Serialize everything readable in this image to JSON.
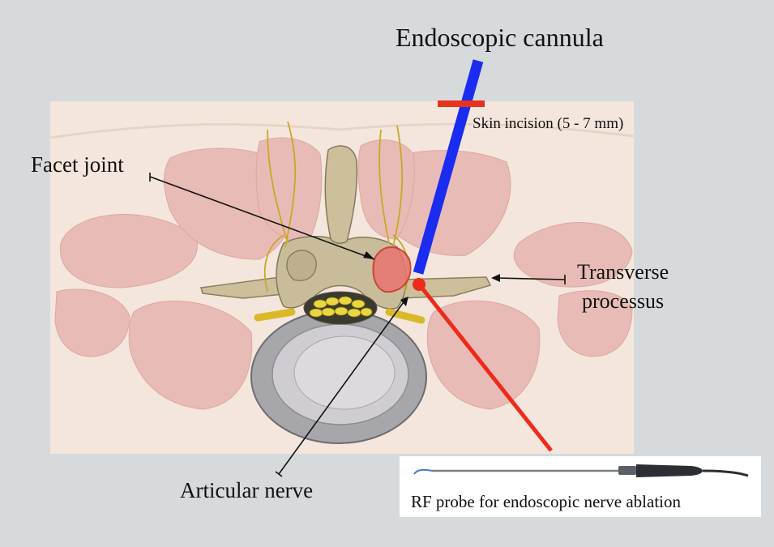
{
  "labels": {
    "cannula": "Endoscopic cannula",
    "incision": "Skin incision (5 - 7 mm)",
    "facet": "Facet joint",
    "transverse_line1": "Transverse",
    "transverse_line2": "processus",
    "articular": "Articular nerve",
    "probe": "RF probe for endoscopic nerve ablation"
  },
  "colors": {
    "cannula": "#1a2cf0",
    "incision": "#e8321e",
    "probe_line": "#ee2a1a",
    "muscle": "#e9b9b5",
    "skin": "#f3e4d8",
    "nerve": "#d9b928"
  },
  "icons": {
    "probe_device": "rf-probe-device-icon"
  }
}
